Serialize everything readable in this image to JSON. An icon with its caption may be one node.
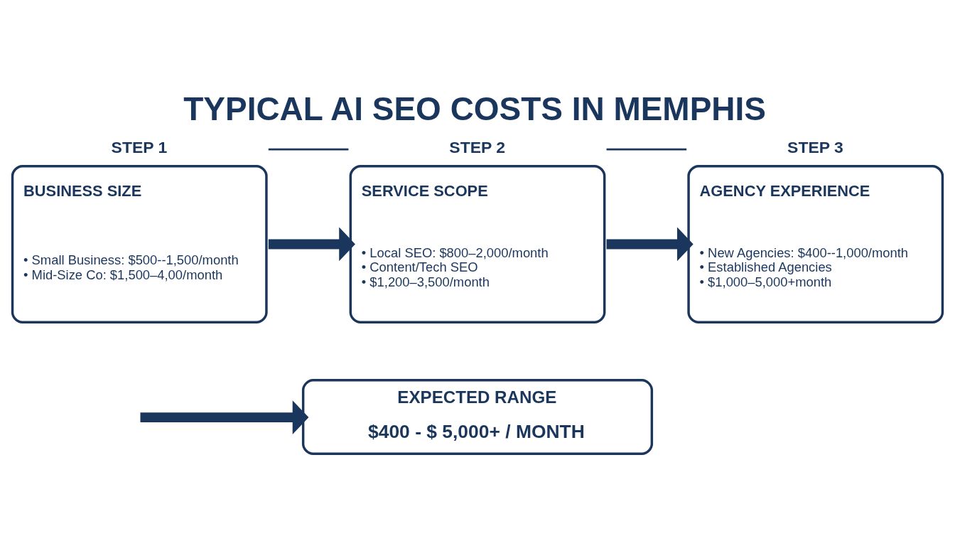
{
  "diagram": {
    "title": "TYPICAL AI SEO COSTS IN MEMPHIS",
    "nodes": [
      {
        "text": [
          "STEP 1",
          "BUSINESS SIZE",
          "• Small Business: $500--1,500/month",
          "• Mid-Size Co: $1,500–4,00/month"
        ]
      },
      {
        "text": [
          "STEP 2",
          "SERVICE SCOPE",
          "• Local SEO: $800–2,000/month",
          "• Content/Tech SEO",
          "• $1,200–3,500/month"
        ]
      },
      {
        "text": [
          "STEP 3",
          "AGENCY EXPERIENCE",
          "• New Agencies: $400--1,000/month",
          "• Established Agencies",
          "• $1,000–5,000+month"
        ]
      },
      {
        "text": [
          "EXPECTED RANGE",
          "$400 - $ 5,000+ / MONTH"
        ]
      }
    ],
    "edges": [
      {
        "from": 0,
        "to": 1,
        "arrow": "none"
      },
      {
        "from": 1,
        "to": 2,
        "arrow": "none"
      },
      {
        "from": 0,
        "to": 1,
        "arrow": "to"
      },
      {
        "from": 1,
        "to": 2,
        "arrow": "to"
      },
      {
        "from": null,
        "to": 3,
        "arrow": "to"
      }
    ]
  }
}
